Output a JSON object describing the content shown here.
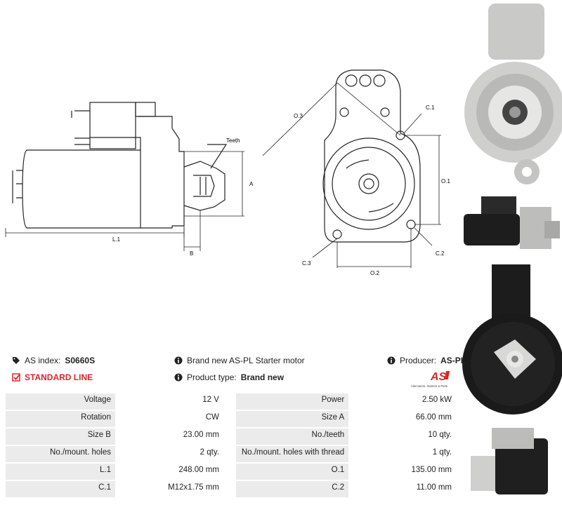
{
  "drawing": {
    "label_teeth": "Teeth",
    "label_a": "A",
    "label_b": "B",
    "label_l1": "L.1",
    "label_o3": "O.3",
    "label_o1": "O.1",
    "label_o2": "O.2",
    "label_c1": "C.1",
    "label_c2": "C.2",
    "label_c3": "C.3"
  },
  "info": {
    "as_index_label": "AS index:",
    "as_index_value": "S0660S",
    "line_label": "STANDARD LINE",
    "description": "Brand new AS-PL Starter motor",
    "product_type_label": "Product type:",
    "product_type_value": "Brand new",
    "producer_label": "Producer:",
    "producer_value": "AS-PL"
  },
  "logo": {
    "text": "AS",
    "tagline": "Alternators, Starters & Parts"
  },
  "specs": [
    {
      "l1": "Voltage",
      "v1": "12 V",
      "l2": "Power",
      "v2": "2.50 kW"
    },
    {
      "l1": "Rotation",
      "v1": "CW",
      "l2": "Size A",
      "v2": "66.00 mm"
    },
    {
      "l1": "Size B",
      "v1": "23.00 mm",
      "l2": "No./teeth",
      "v2": "10 qty."
    },
    {
      "l1": "No./mount. holes",
      "v1": "2 qty.",
      "l2": "No./mount. holes with thread",
      "v2": "1 qty."
    },
    {
      "l1": "L.1",
      "v1": "248.00 mm",
      "l2": "O.1",
      "v2": "135.00 mm"
    },
    {
      "l1": "C.1",
      "v1": "M12x1.75 mm",
      "l2": "C.2",
      "v2": "11.00 mm"
    }
  ],
  "colors": {
    "accent_red": "#d9262a",
    "row_gray": "#ebebeb"
  }
}
